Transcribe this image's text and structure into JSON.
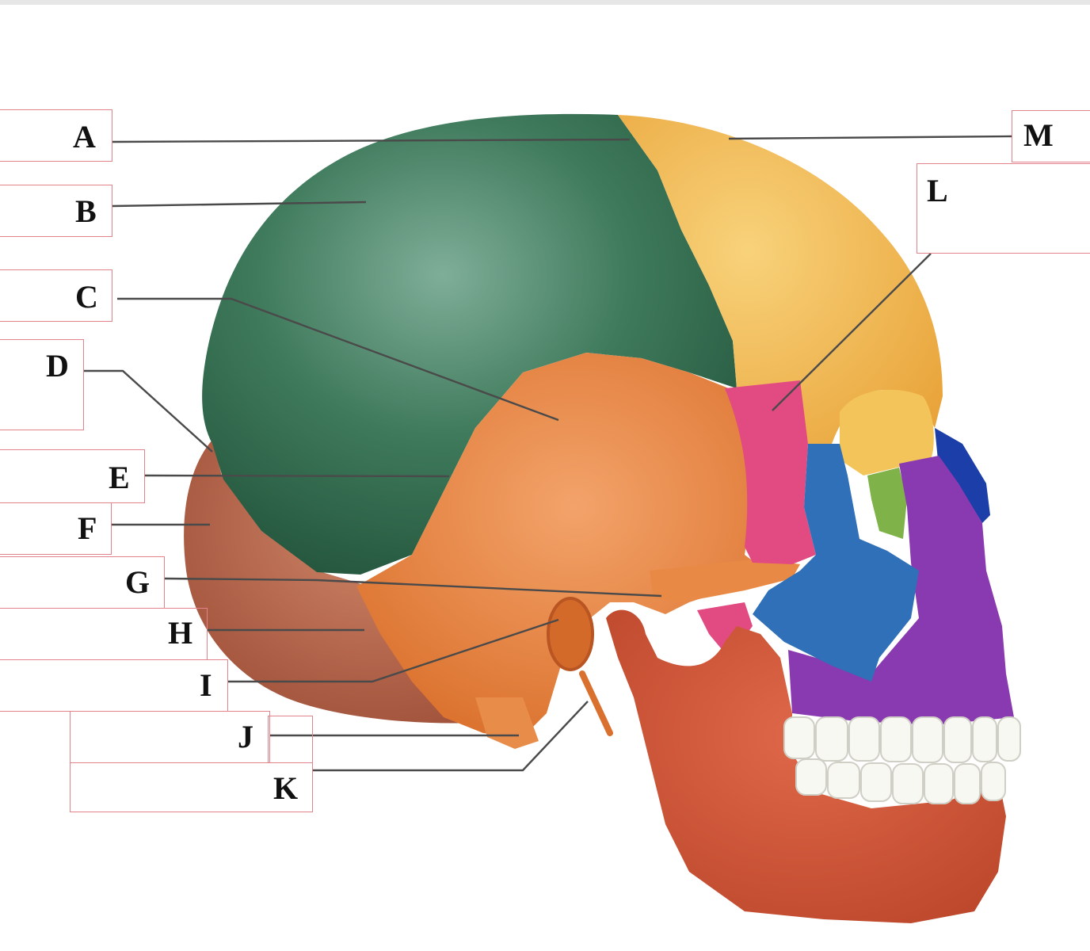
{
  "diagram": {
    "subject": "skull-lateral-view",
    "colors": {
      "parietal": "#2f6b4c",
      "frontal": "#f0b142",
      "temporal": "#e67e36",
      "occipital": "#b9664a",
      "sphenoid": "#e0457e",
      "zygomatic": "#2d6fb6",
      "maxilla": "#8a3aa8",
      "nasal": "#1b3fa8",
      "lacrimal": "#7fb34a",
      "mandible": "#c7502f",
      "teeth": "#f7f7f2"
    },
    "labels": [
      {
        "id": "A",
        "text": "A"
      },
      {
        "id": "B",
        "text": "B"
      },
      {
        "id": "C",
        "text": "C"
      },
      {
        "id": "D",
        "text": "D"
      },
      {
        "id": "E",
        "text": "E"
      },
      {
        "id": "F",
        "text": "F"
      },
      {
        "id": "G",
        "text": "G"
      },
      {
        "id": "H",
        "text": "H"
      },
      {
        "id": "I",
        "text": "I"
      },
      {
        "id": "J",
        "text": "J"
      },
      {
        "id": "K",
        "text": "K"
      },
      {
        "id": "L",
        "text": "L"
      },
      {
        "id": "M",
        "text": "M"
      }
    ]
  }
}
